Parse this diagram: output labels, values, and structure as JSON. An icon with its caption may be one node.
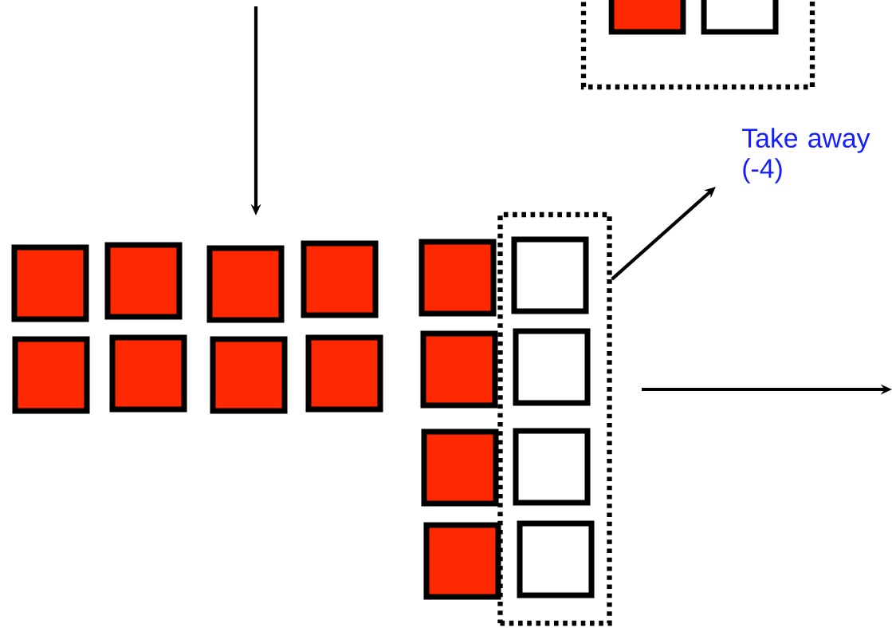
{
  "diagram": {
    "nodes": [
      {
        "text": [
          "Take away (-4)"
        ]
      },
      {
        "text": [],
        "shape": "box"
      }
    ],
    "edges": [
      {
        "from": 1,
        "to": 0,
        "arrow": "to"
      }
    ]
  }
}
